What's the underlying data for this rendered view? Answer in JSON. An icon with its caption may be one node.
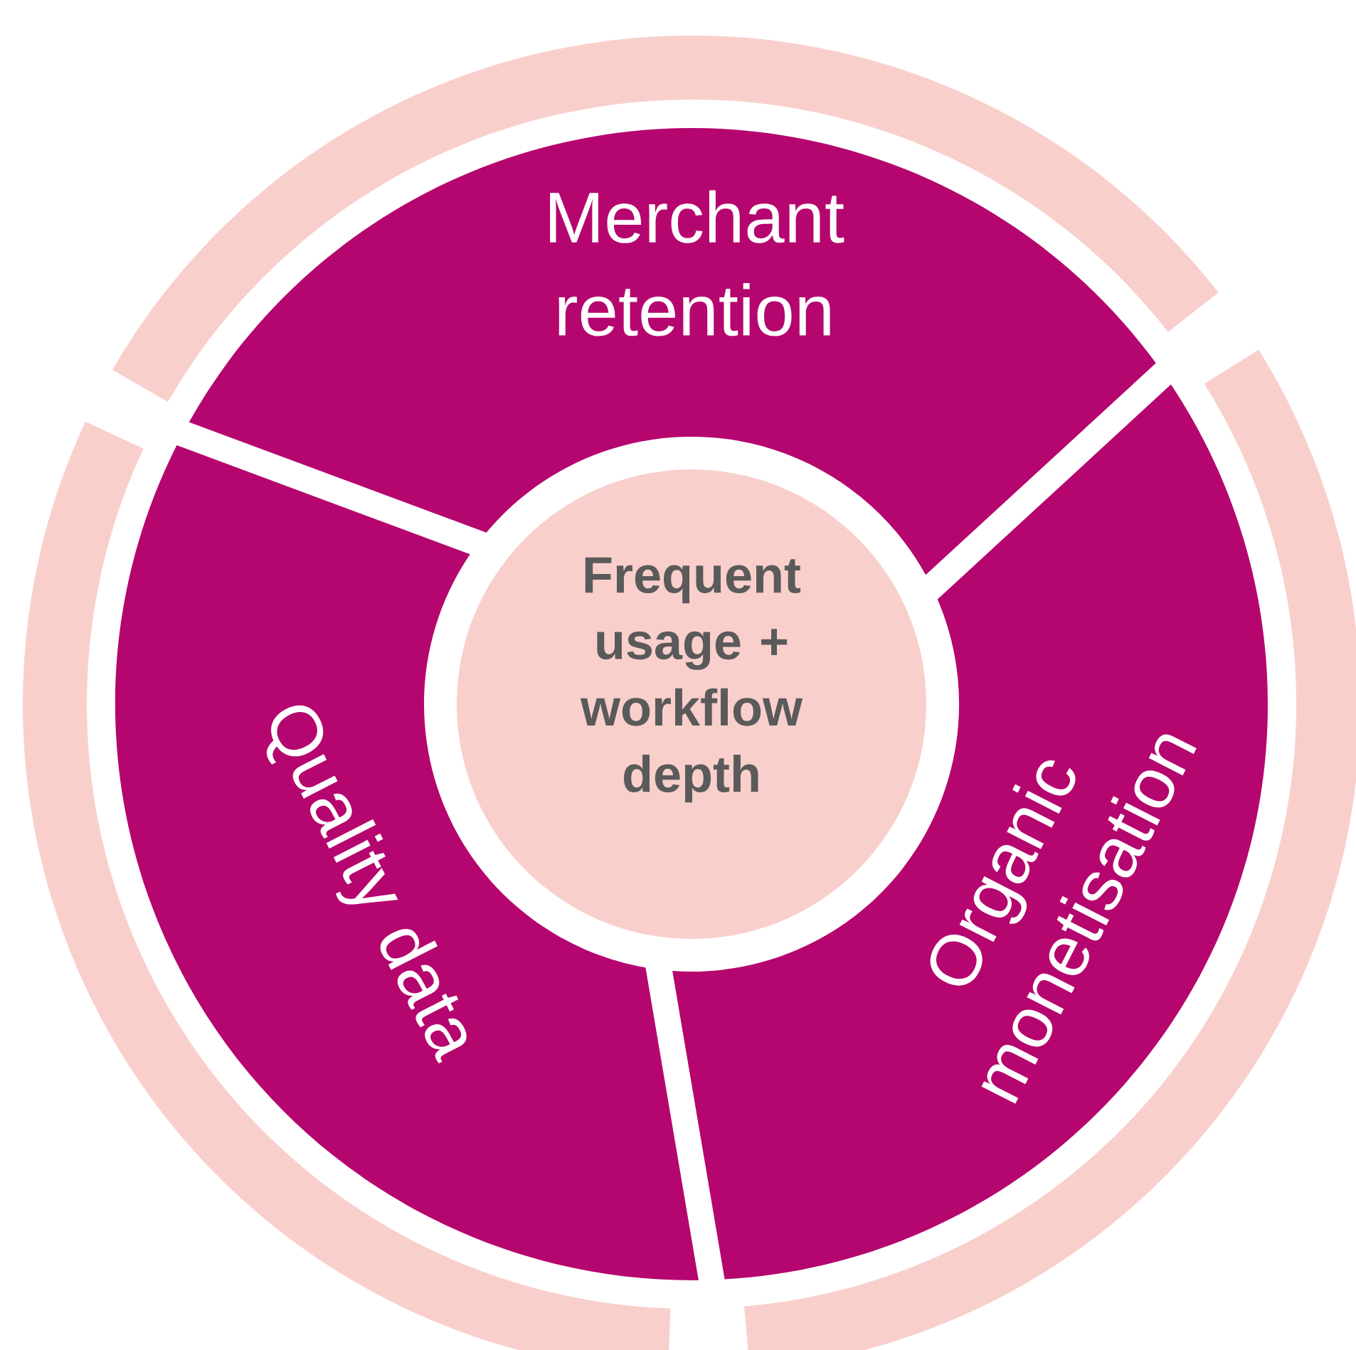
{
  "diagram": {
    "nodes": [
      {
        "text": [
          "Merchant retention"
        ]
      },
      {
        "text": [
          "Frequent usage + workflow depth"
        ]
      },
      {
        "text": [
          "Quality data"
        ]
      },
      {
        "text": [
          "Organic monetisation"
        ]
      }
    ]
  }
}
